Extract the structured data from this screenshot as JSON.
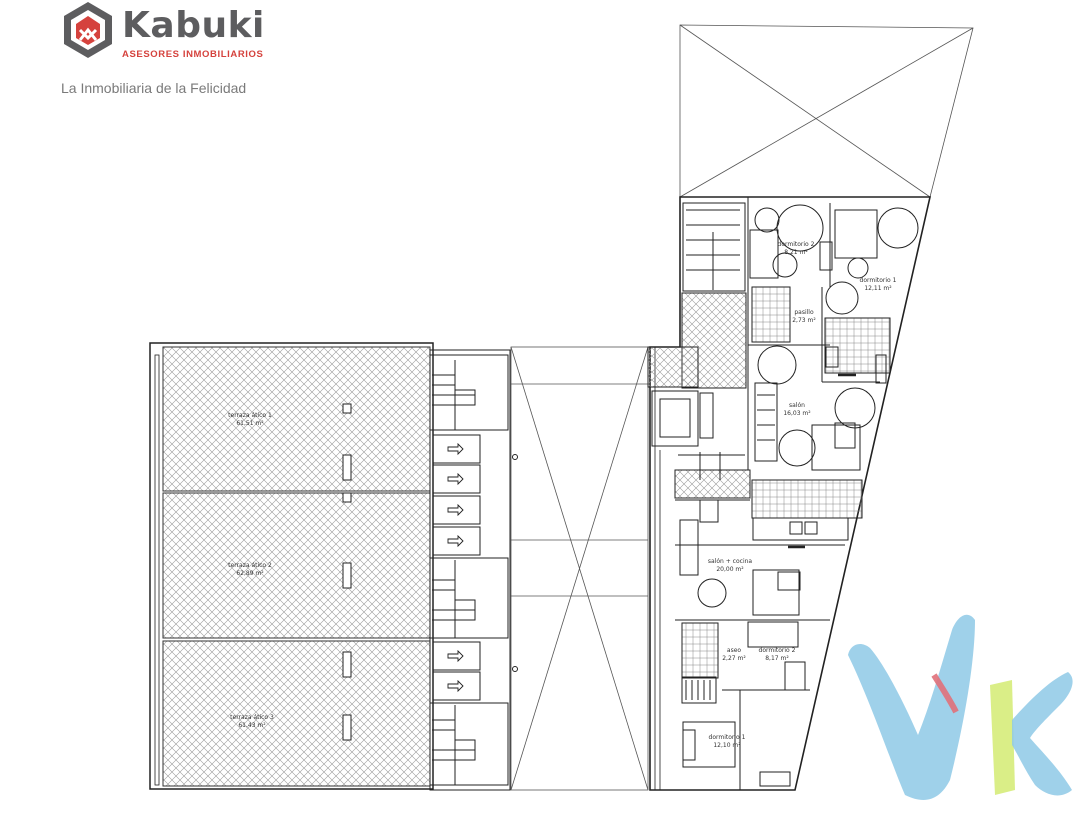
{
  "brand": {
    "name": "Kabuki",
    "subtitle": "ASESORES INMOBILIARIOS",
    "tagline": "La Inmobiliaria de la Felicidad",
    "colors": {
      "grey": "#5d5d5f",
      "red": "#d5423d"
    }
  },
  "rooms": [
    {
      "name": "terraza ático 1",
      "area": "61,51 m²"
    },
    {
      "name": "terraza ático 2",
      "area": "62,89 m²"
    },
    {
      "name": "terraza ático 3",
      "area": "61,43 m²"
    },
    {
      "name": "dormitorio 2",
      "area": "8,21 m²"
    },
    {
      "name": "dormitorio 1",
      "area": "12,11 m²"
    },
    {
      "name": "pasillo",
      "area": "2,73 m²"
    },
    {
      "name": "salón",
      "area": "16,03 m²"
    },
    {
      "name": "salón + cocina",
      "area": "20,00 m²"
    },
    {
      "name": "aseo",
      "area": "2,27 m²"
    },
    {
      "name": "dormitorio 2",
      "area": "8,17 m²"
    },
    {
      "name": "dormitorio 1",
      "area": "12,10 m²"
    }
  ],
  "watermark": {
    "colors": {
      "blue": "#8ec9e6",
      "green": "#d6ec7a",
      "red": "#e0707a"
    }
  }
}
